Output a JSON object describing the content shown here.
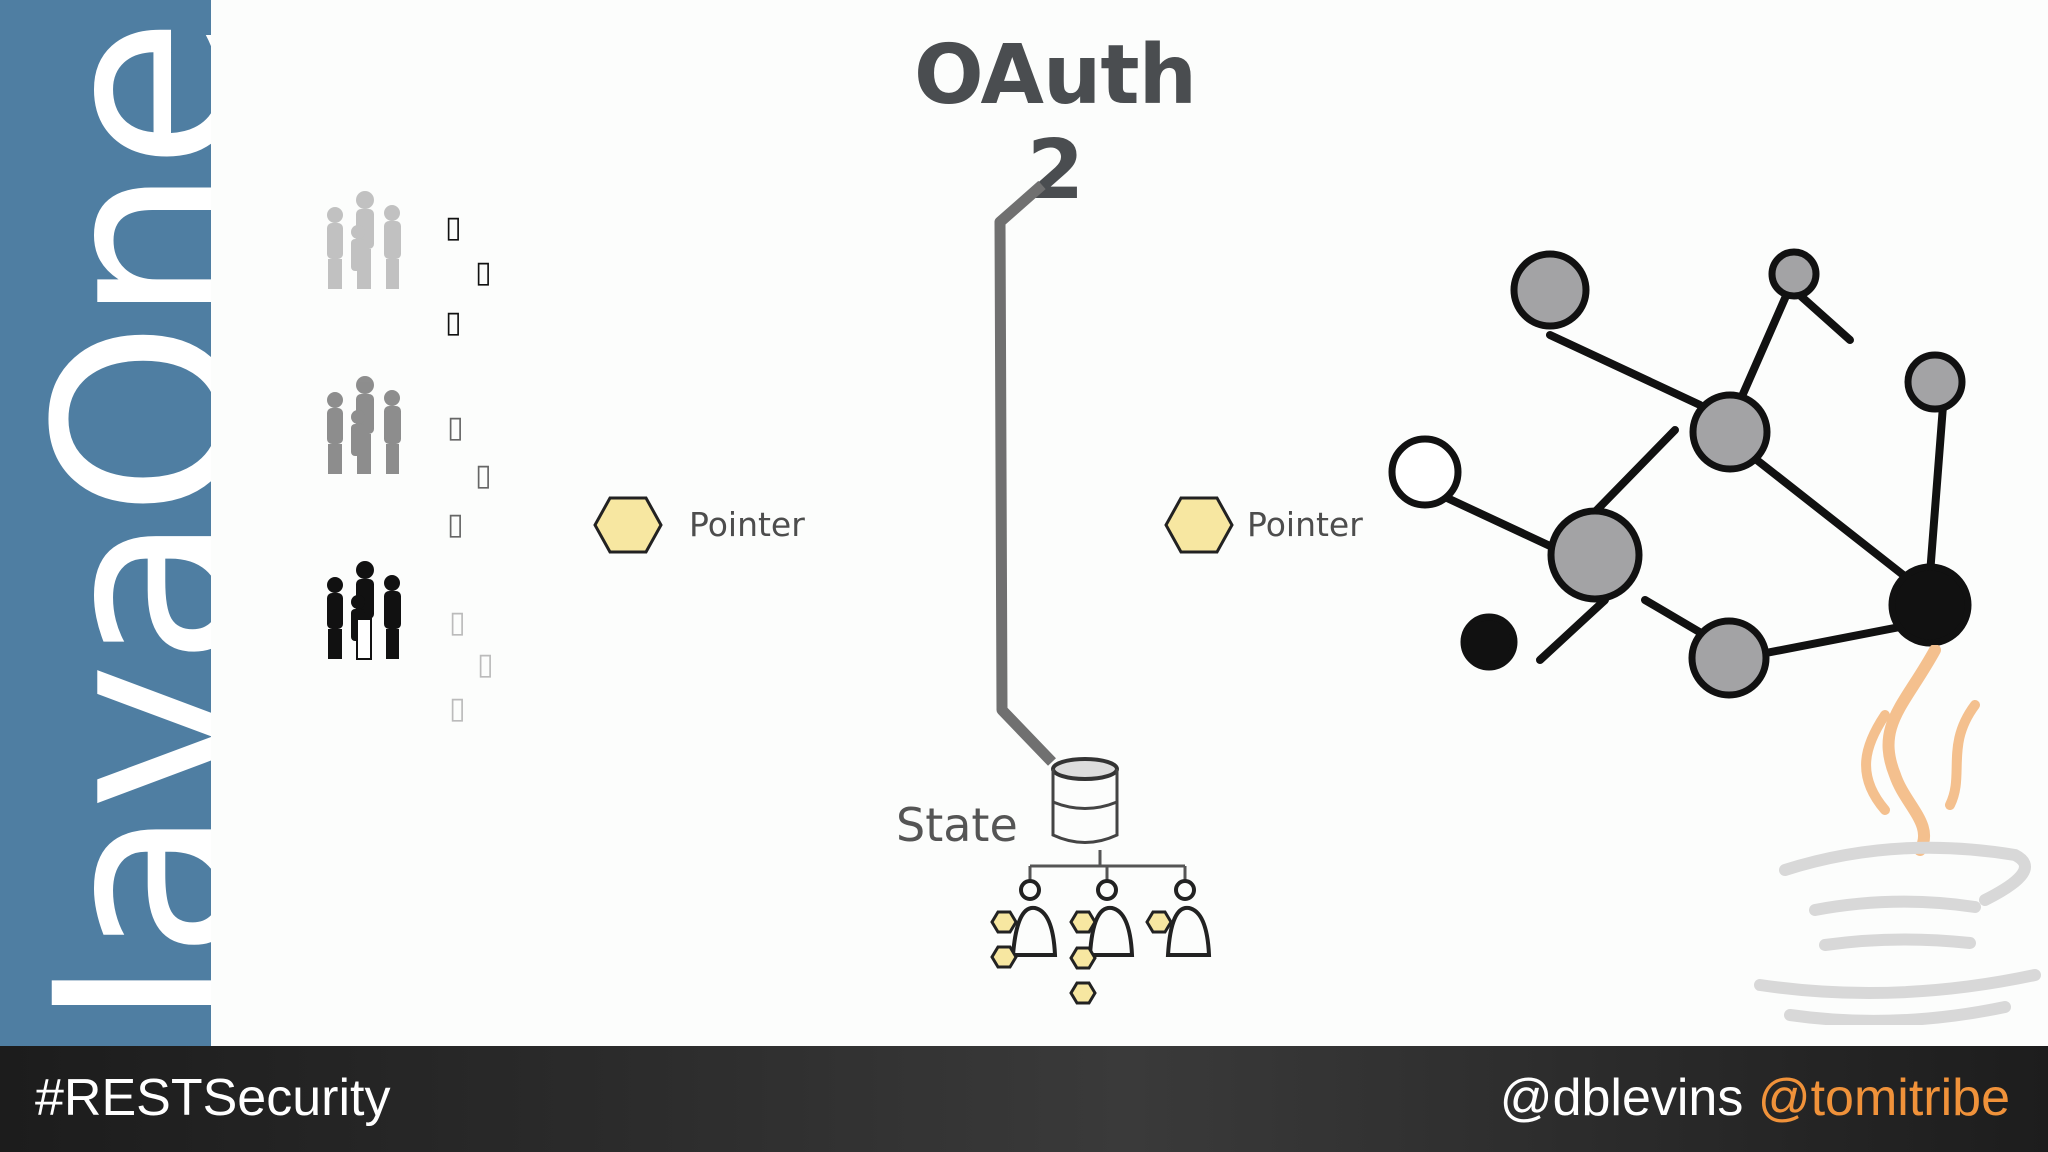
{
  "slide": {
    "title": "OAuth 2",
    "sidebar_text": "JavaOne",
    "pointer_labels": [
      "Pointer",
      "Pointer"
    ],
    "state_label": "State",
    "footer": {
      "hashtag": "#RESTSecurity",
      "handle_1": "@dblevins",
      "handle_2": "@tomitribe"
    },
    "glyph_rows": [
      [
        "▯",
        "▯",
        "▯"
      ],
      [
        "▯",
        "▯",
        "▯"
      ],
      [
        "▯",
        "▯",
        "▯"
      ]
    ]
  },
  "colors": {
    "sidebar": "#4f7ea2",
    "title": "#4a4d50",
    "token_fill": "#f7e7a1",
    "accent_orange": "#f0923a"
  }
}
